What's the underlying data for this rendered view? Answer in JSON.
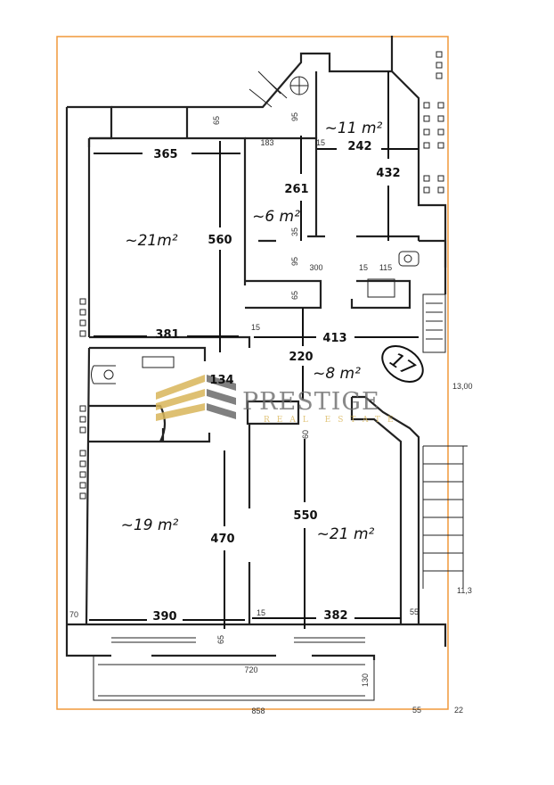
{
  "plan": {
    "unit_number": "17",
    "rooms": [
      {
        "id": "room-top-left",
        "area": "~21m²"
      },
      {
        "id": "kitchen",
        "area": "~11 m²"
      },
      {
        "id": "small-room",
        "area": "~6 m²"
      },
      {
        "id": "hall",
        "area": "~8 m²"
      },
      {
        "id": "room-bottom-left",
        "area": "~19 m²"
      },
      {
        "id": "room-bottom-right",
        "area": "~21 m²"
      }
    ],
    "dimensions": {
      "d365": "365",
      "d560": "560",
      "d261": "261",
      "d183": "183",
      "d15a": "15",
      "d242": "242",
      "d432": "432",
      "d381": "381",
      "d413": "413",
      "d15b": "15",
      "d220": "220",
      "d134": "134",
      "d470": "470",
      "d550": "550",
      "d390": "390",
      "d382": "382",
      "d70": "70",
      "d15c": "15",
      "d55a": "55",
      "d720": "720",
      "d858": "858",
      "d55b": "55",
      "d22": "22",
      "d300": "300",
      "d65a": "65",
      "d95a": "95",
      "d35": "35",
      "d95b": "95",
      "d65b": "65",
      "d65c": "65",
      "d1300": "13,00",
      "d113": "11,3",
      "d130": "130",
      "d115": "115",
      "d15d": "15",
      "d60": "60"
    },
    "watermark": {
      "brand": "PRESTIGE",
      "tagline": "REAL ESTATE",
      "gold": "#d9b65a",
      "gray": "#6b6b6b"
    },
    "frame_color": "#f0993a"
  }
}
